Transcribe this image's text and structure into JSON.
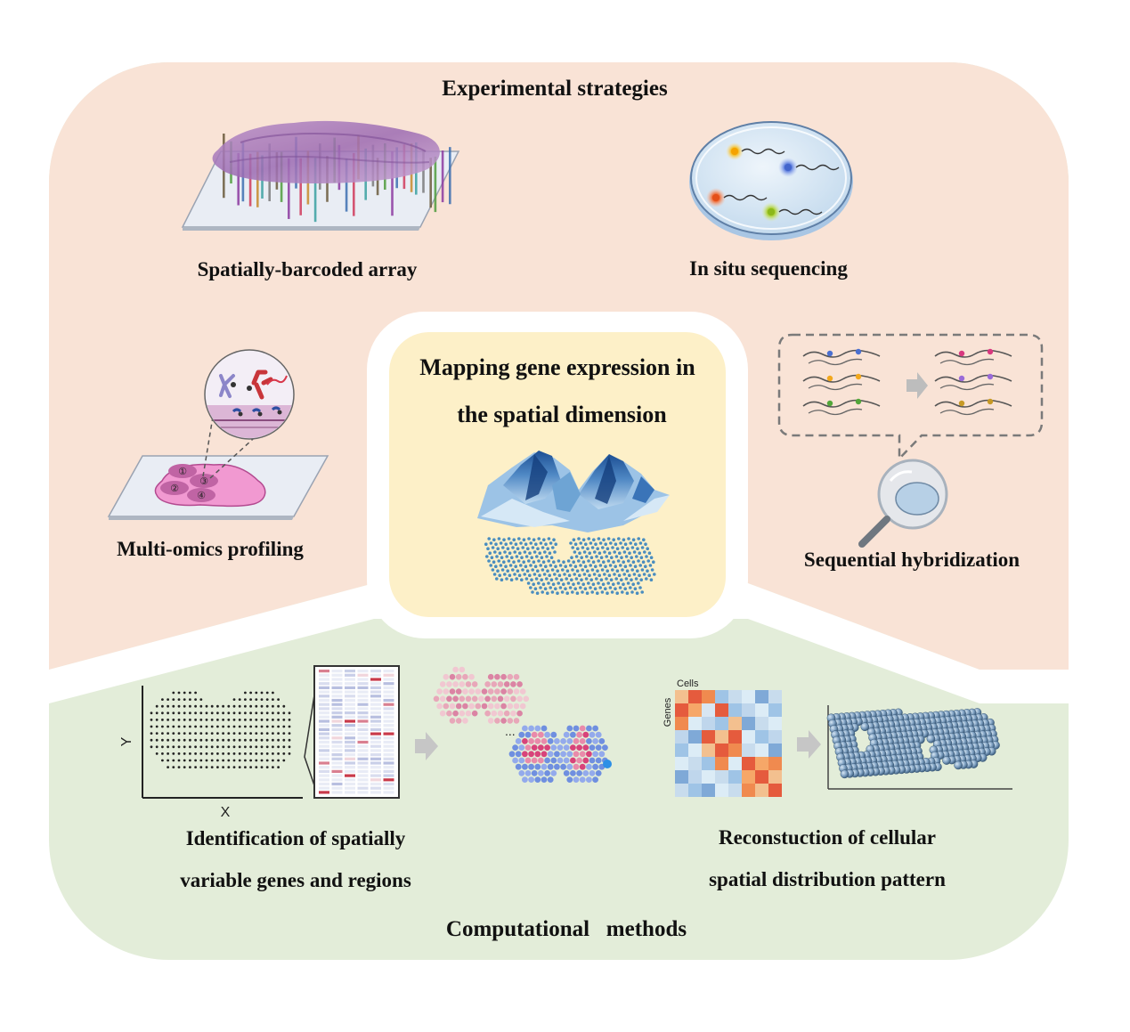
{
  "top_section": {
    "title": "Experimental strategies",
    "fill": "#f9e3d6",
    "methods": {
      "spatially_barcoded_array": "Spatially-barcoded array",
      "in_situ_sequencing": "In situ sequencing",
      "multi_omics_profiling": "Multi-omics profiling",
      "sequential_hybridization": "Sequential hybridization"
    }
  },
  "center": {
    "title_line1": "Mapping gene expression in",
    "title_line2": "the spatial dimension",
    "fill": "#fdf0c8"
  },
  "bottom_section": {
    "title": "Computational   methods",
    "fill": "#e3edd9",
    "methods": {
      "svg_identification_line1": "Identification of spatially",
      "svg_identification_line2": "variable genes and regions",
      "reconstruction_line1": "Reconstuction of cellular",
      "reconstruction_line2": "spatial distribution pattern"
    }
  },
  "plot_axes": {
    "x": "X",
    "y": "Y"
  },
  "matrix_axes": {
    "columns": "Cells",
    "rows": "Genes"
  },
  "ellipsis": "...",
  "region_numbers": [
    "①",
    "②",
    "③",
    "④"
  ],
  "icons": [
    "tissue-on-slide-icon",
    "petri-dish-icon",
    "magnifier-icon",
    "probe-hybridization-icon",
    "expression-surface-icon",
    "spot-grid-icon",
    "heatmap-icon",
    "arrow-icon"
  ]
}
